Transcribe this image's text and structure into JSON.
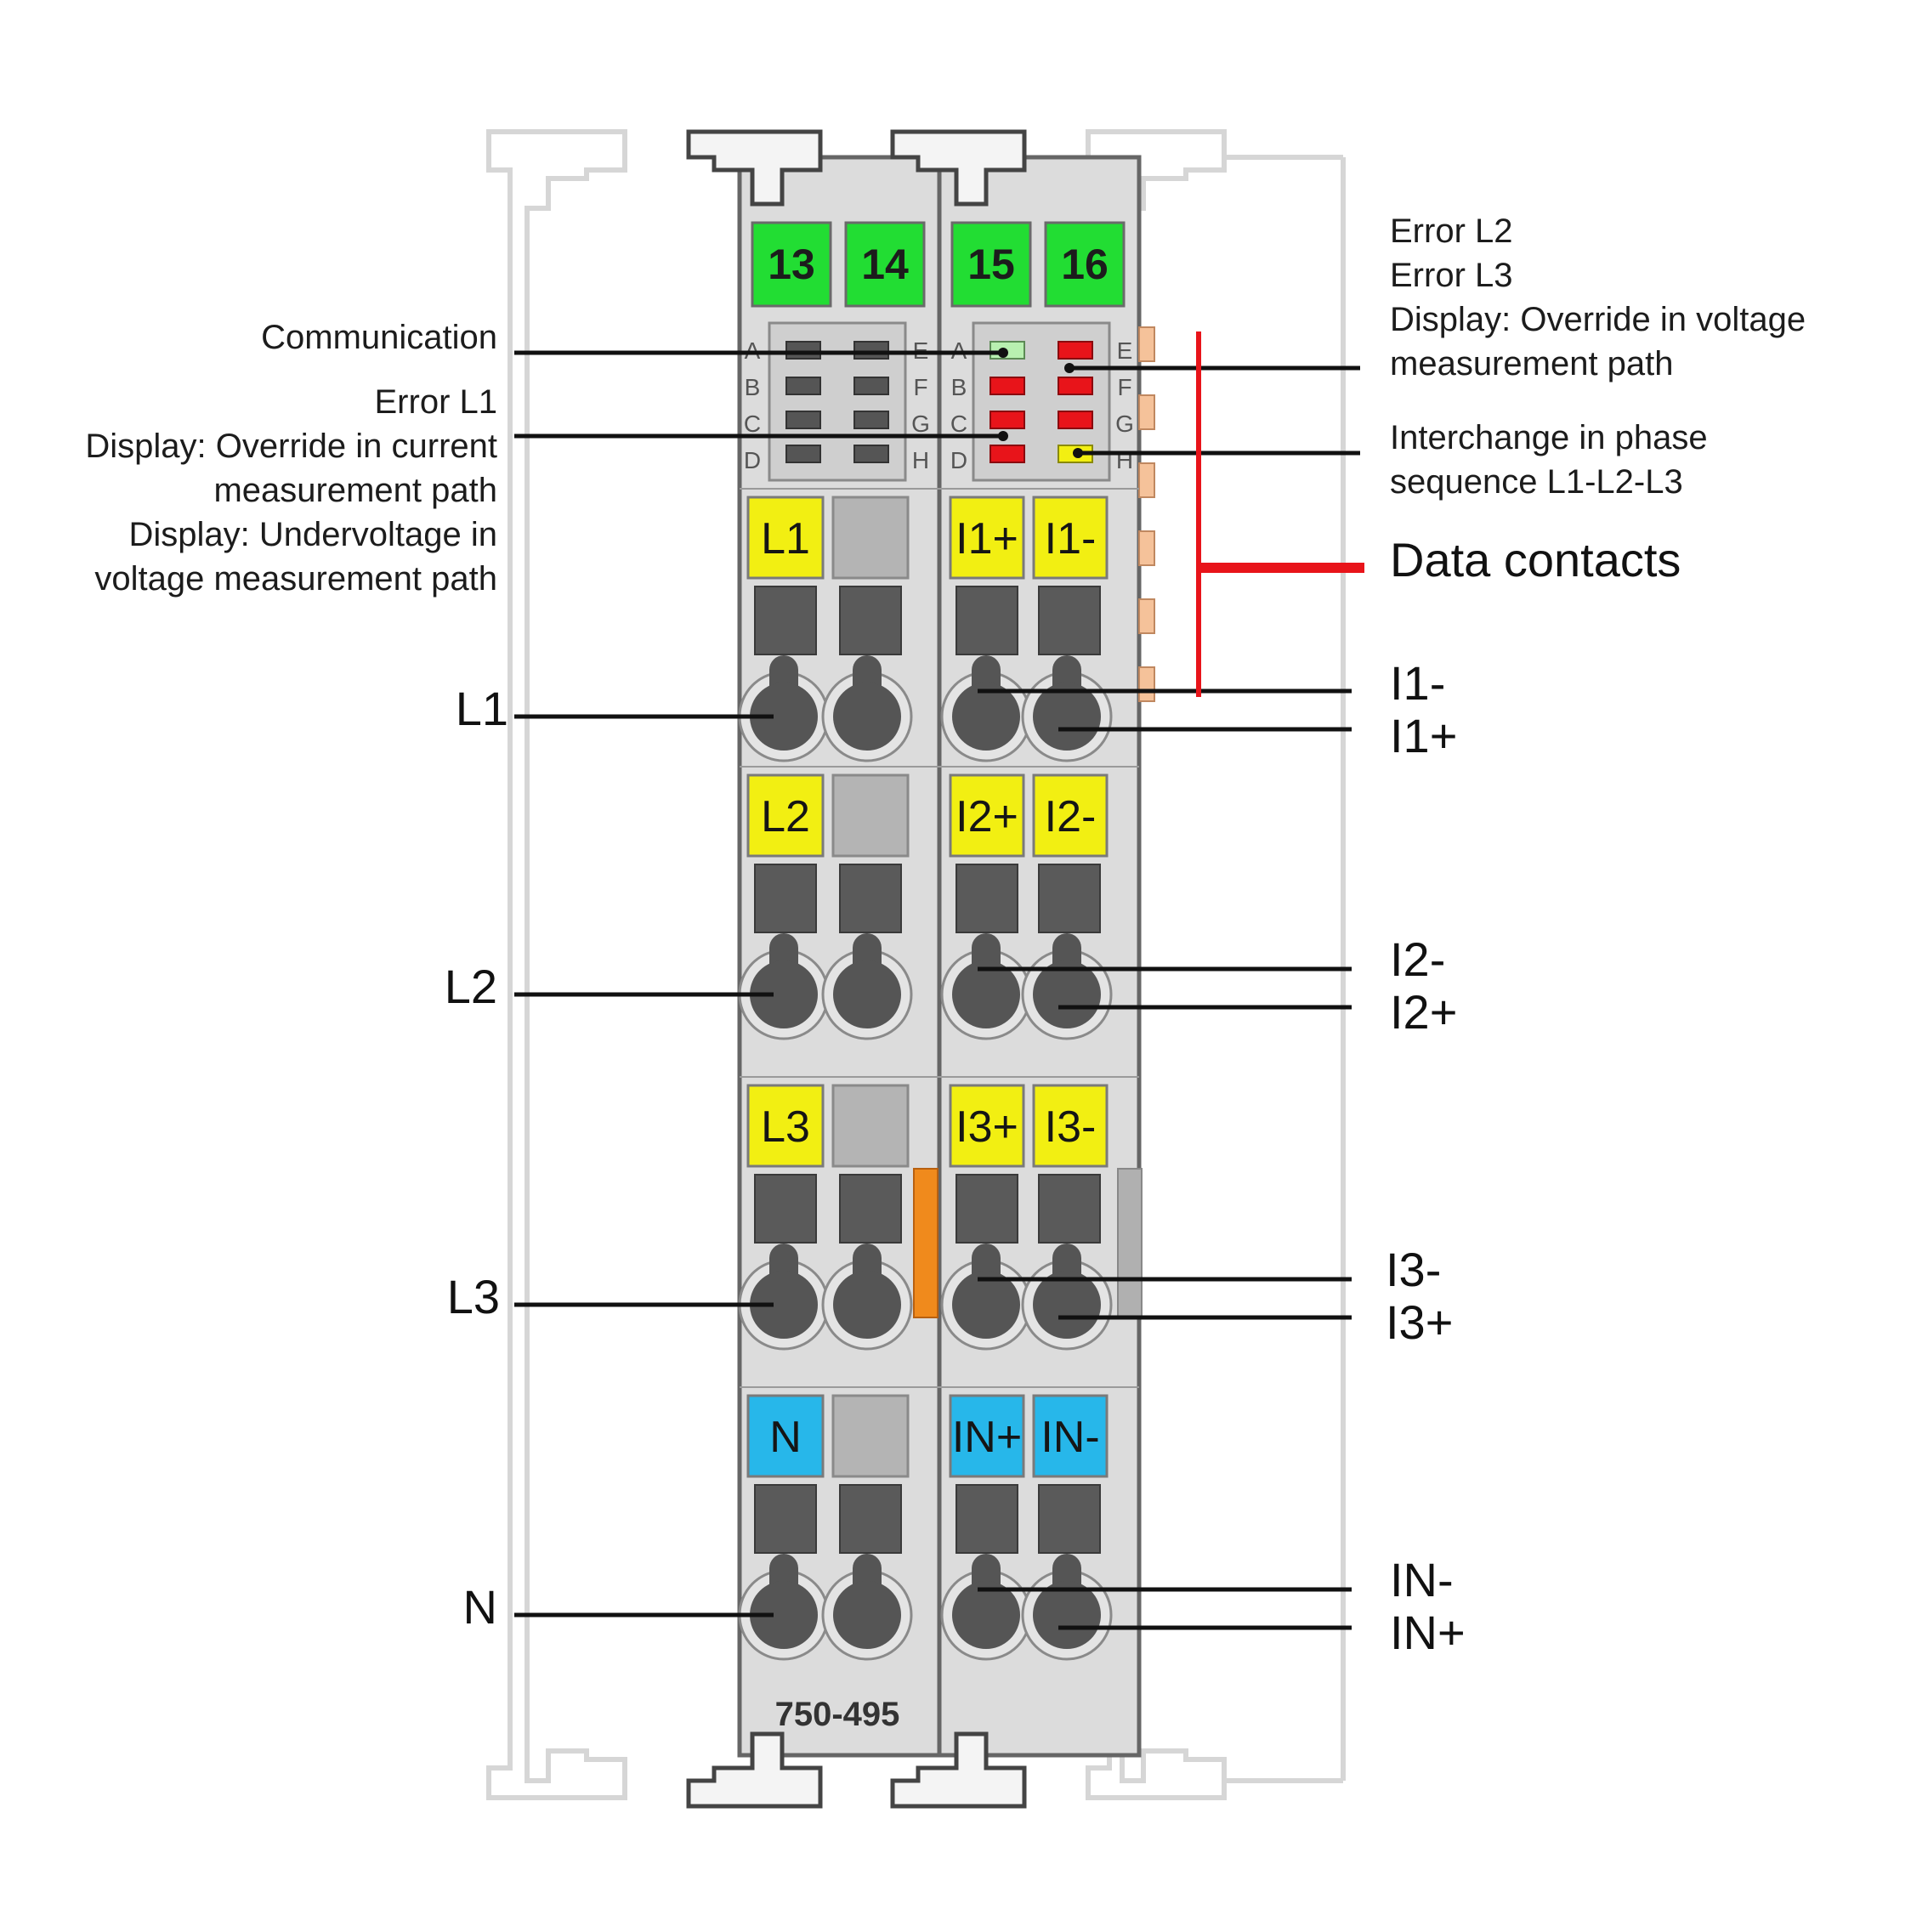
{
  "module": {
    "model_number": "750-495",
    "top_numbers": [
      "13",
      "14",
      "15",
      "16"
    ],
    "led_letters_left": [
      "A",
      "B",
      "C",
      "D"
    ],
    "led_letters_right": [
      "E",
      "F",
      "G",
      "H"
    ]
  },
  "terminal_rows": [
    {
      "left": "L1",
      "right_a": "I1+",
      "right_b": "I1-"
    },
    {
      "left": "L2",
      "right_a": "I2+",
      "right_b": "I2-"
    },
    {
      "left": "L3",
      "right_a": "I3+",
      "right_b": "I3-"
    },
    {
      "left": "N",
      "right_a": "IN+",
      "right_b": "IN-"
    }
  ],
  "left_labels": {
    "communication": "Communication",
    "error_l1": "Error L1",
    "override_current_1": "Display: Override in current",
    "override_current_2": "measurement path",
    "undervoltage_1": "Display: Undervoltage in",
    "undervoltage_2": "voltage measurement path",
    "l1": "L1",
    "l2": "L2",
    "l3": "L3",
    "n": "N"
  },
  "right_labels": {
    "error_l2": "Error L2",
    "error_l3": "Error L3",
    "override_voltage_1": "Display: Override in voltage",
    "override_voltage_2": "measurement path",
    "interchange_1": "Interchange in phase",
    "interchange_2": "sequence L1-L2-L3",
    "data_contacts": "Data contacts",
    "i1_minus": "I1-",
    "i1_plus": "I1+",
    "i2_minus": "I2-",
    "i2_plus": "I2+",
    "i3_minus": "I3-",
    "i3_plus": "I3+",
    "in_minus": "IN-",
    "in_plus": "IN+"
  },
  "colors": {
    "green_label": "#22dd33",
    "yellow_label": "#f2ef12",
    "blue_label": "#27b7ea",
    "led_red": "#e8141a",
    "led_green": "#b8f0b0",
    "led_yellow": "#f2ef12",
    "bracket_red": "#e8141a",
    "orange_marker": "#f08a1c",
    "housing": "#dcdcdc"
  }
}
